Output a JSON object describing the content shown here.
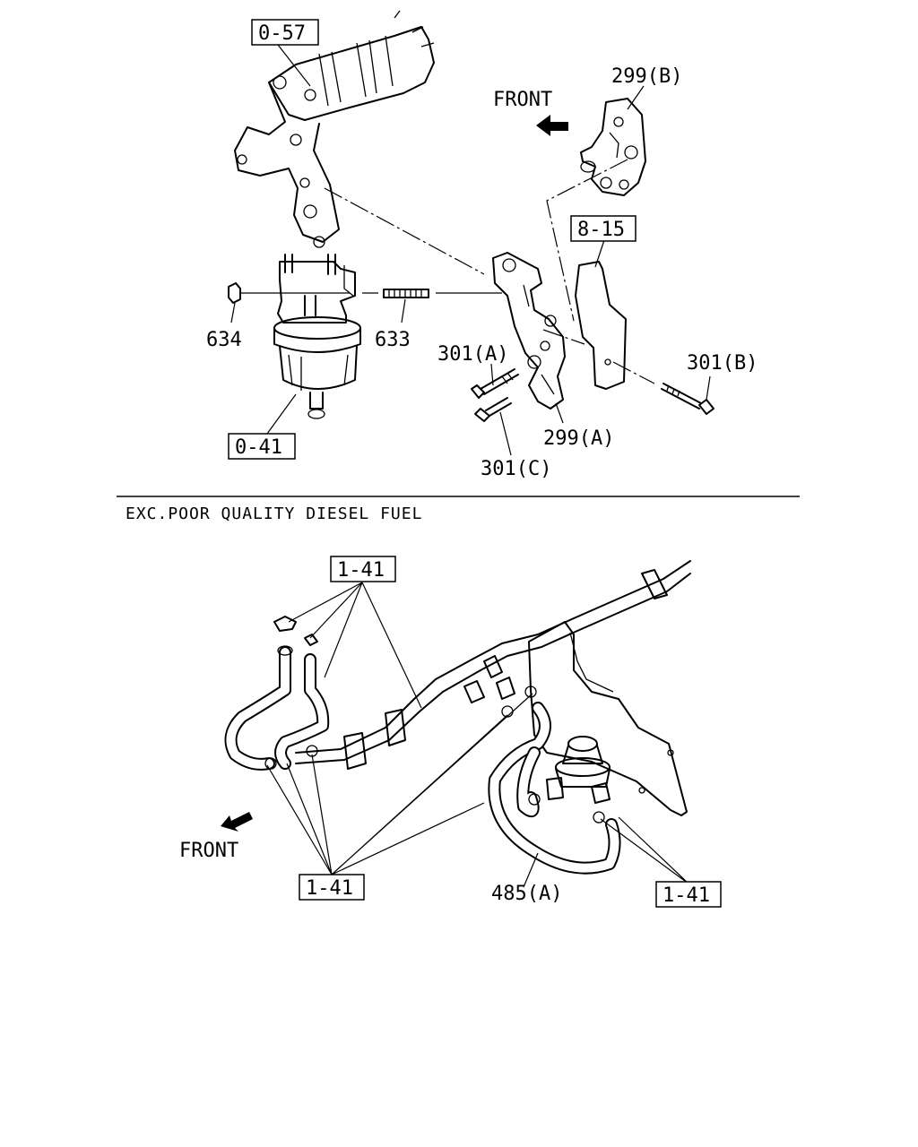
{
  "top_diagram": {
    "labels": {
      "filter_assy_upper_ref": "0-57",
      "front_arrow_label": "FRONT",
      "bracket_b": "299(B)",
      "ref_8_15": "8-15",
      "nut_634": "634",
      "washer_633": "633",
      "bolt_301a": "301(A)",
      "bolt_301b": "301(B)",
      "bracket_a": "299(A)",
      "bolt_301c": "301(C)",
      "filter_lower_ref": "0-41"
    }
  },
  "section": {
    "caption": "EXC.POOR QUALITY DIESEL FUEL"
  },
  "bottom_diagram": {
    "labels": {
      "clip_ref_top": "1-41",
      "front_arrow_label": "FRONT",
      "clip_ref_bottom_left": "1-41",
      "hose_485a": "485(A)",
      "clip_ref_bottom_right": "1-41"
    }
  }
}
